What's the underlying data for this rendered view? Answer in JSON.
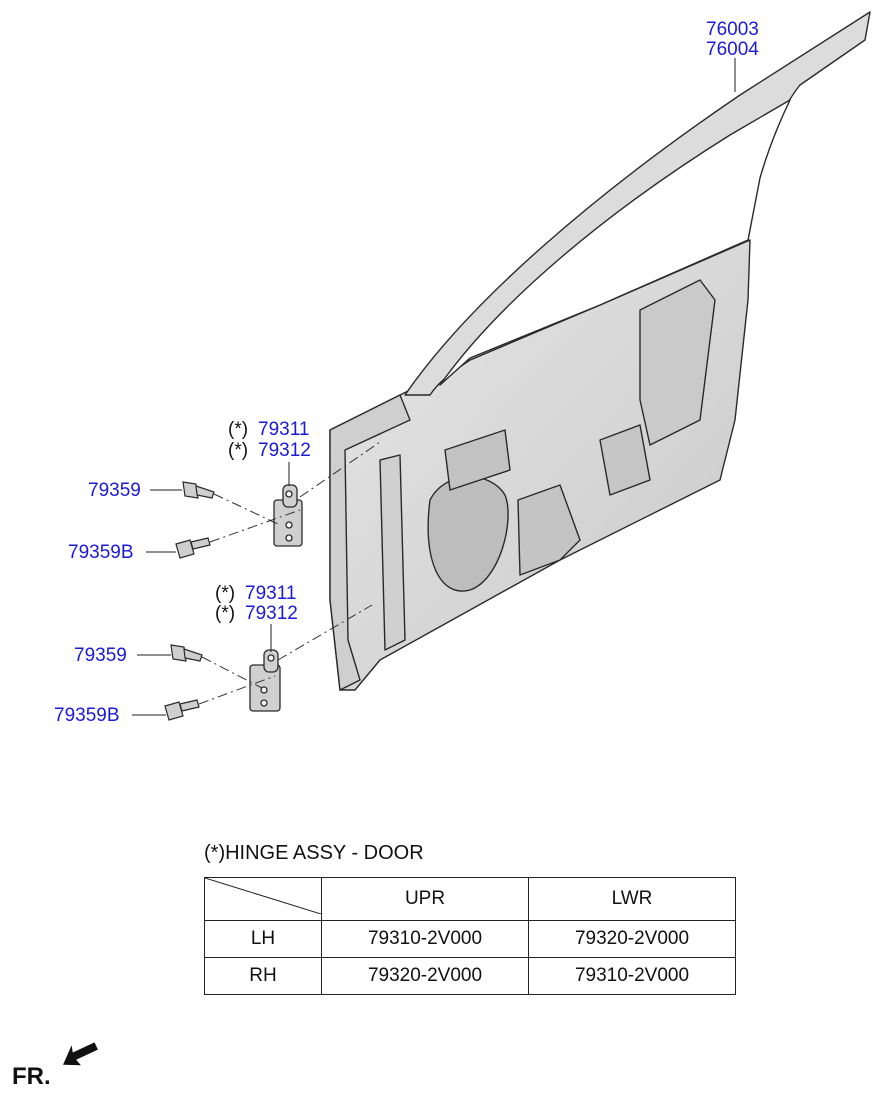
{
  "callouts": {
    "door_top": "76003",
    "door_bottom": "76004",
    "hinge_upper_a": "79311",
    "hinge_upper_b": "79312",
    "hinge_lower_a": "79311",
    "hinge_lower_b": "79312",
    "bolt_upper_1": "79359",
    "bolt_upper_2": "79359B",
    "bolt_lower_1": "79359",
    "bolt_lower_2": "79359B",
    "asterisk": "(*)"
  },
  "legend": {
    "title": "(*)HINGE ASSY - DOOR",
    "columns": [
      "UPR",
      "LWR"
    ],
    "rows": [
      {
        "side": "LH",
        "upr": "79310-2V000",
        "lwr": "79320-2V000"
      },
      {
        "side": "RH",
        "upr": "79320-2V000",
        "lwr": "79310-2V000"
      }
    ]
  },
  "direction": {
    "label": "FR."
  },
  "colors": {
    "callout": "#1a1ad8",
    "panel": "#d6d6d6",
    "outline": "#2a2a2a"
  }
}
